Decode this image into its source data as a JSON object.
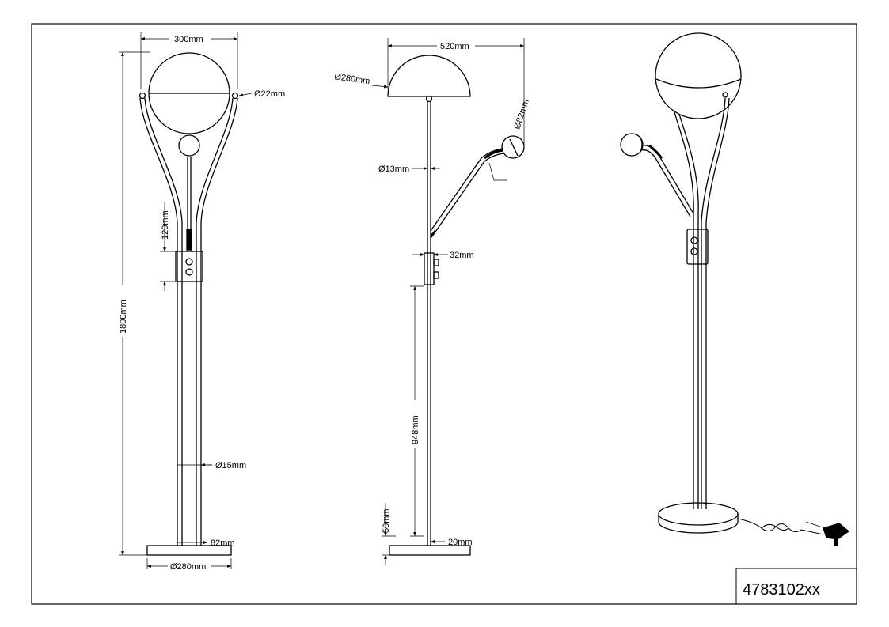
{
  "drawing": {
    "model_number": "4783102xx",
    "front_view": {
      "width_label": "300mm",
      "height_label": "1800mm",
      "shade_pivot_label": "Ø22mm",
      "switch_height_label": "120mm",
      "tube_label": "Ø15mm",
      "tube_spacing_label": "82mm",
      "base_label": "Ø280mm"
    },
    "side_view": {
      "reach_label": "520mm",
      "shade_label": "Ø280mm",
      "reading_head_label": "Ø82mm",
      "pole_label": "Ø13mm",
      "switch_label": "32mm",
      "lower_pole_label": "948mm",
      "base_height_label": "50mm",
      "base_thickness_label": "20mm"
    }
  }
}
